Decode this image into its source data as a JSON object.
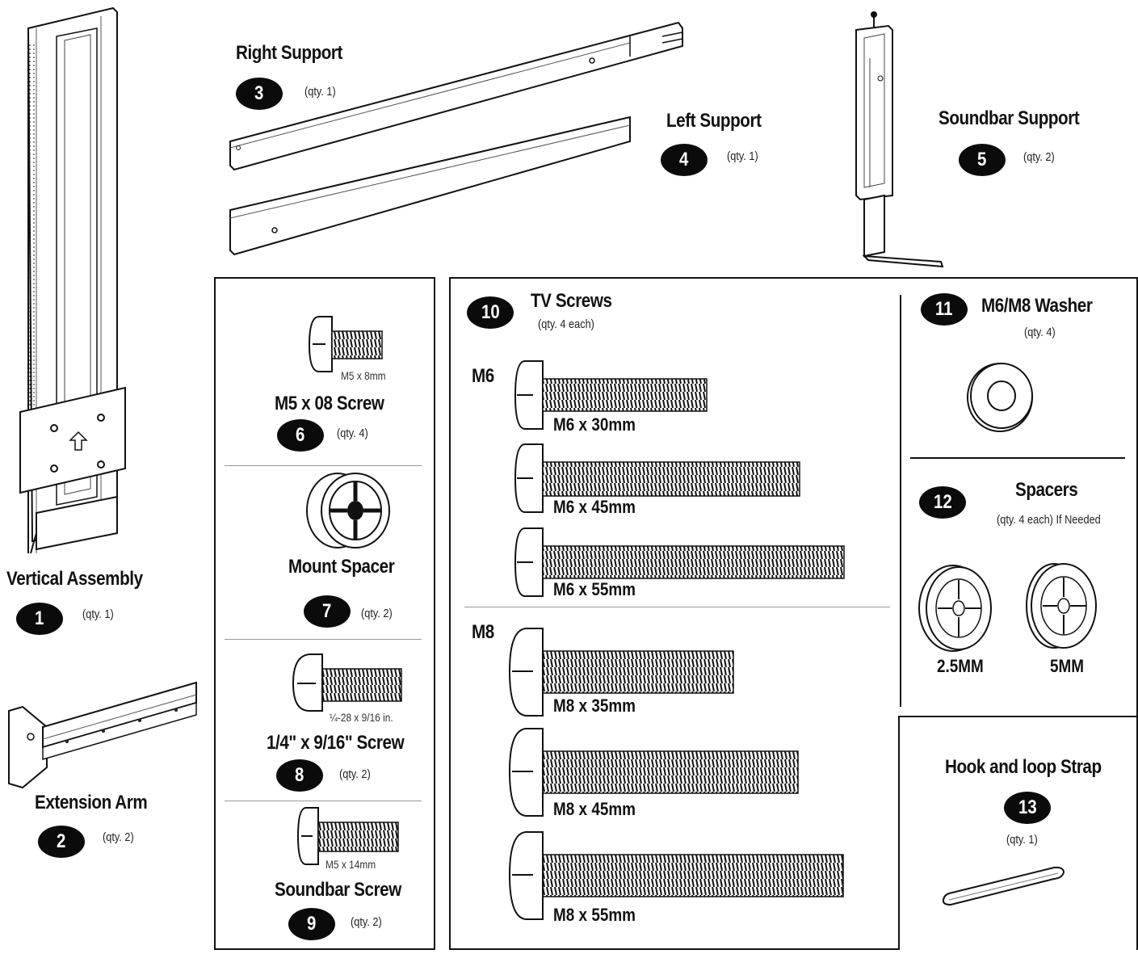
{
  "parts": [
    {
      "num": "1",
      "name": "Vertical Assembly",
      "qty": "(qty. 1)"
    },
    {
      "num": "2",
      "name": "Extension Arm",
      "qty": "(qty. 2)"
    },
    {
      "num": "3",
      "name": "Right Support",
      "qty": "(qty. 1)"
    },
    {
      "num": "4",
      "name": "Left Support",
      "qty": "(qty. 1)"
    },
    {
      "num": "5",
      "name": "Soundbar Support",
      "qty": "(qty. 2)"
    },
    {
      "num": "6",
      "name": "M5 x 08 Screw",
      "qty": "(qty. 4)",
      "size_label": "M5 x 8mm"
    },
    {
      "num": "7",
      "name": "Mount Spacer",
      "qty": "(qty. 2)"
    },
    {
      "num": "8",
      "name": "1/4\" x 9/16\" Screw",
      "qty": "(qty. 2)",
      "size_label": "¼-28 x 9/16 in."
    },
    {
      "num": "9",
      "name": "Soundbar Screw",
      "qty": "(qty. 2)",
      "size_label": "M5 x 14mm"
    },
    {
      "num": "10",
      "name": "TV Screws",
      "qty": "(qty. 4 each)"
    },
    {
      "num": "11",
      "name": "M6/M8 Washer",
      "qty": "(qty. 4)"
    },
    {
      "num": "12",
      "name": "Spacers",
      "qty": "(qty. 4 each) If Needed"
    },
    {
      "num": "13",
      "name": "Hook and loop Strap",
      "qty": "(qty. 1)"
    }
  ],
  "tv_screws": {
    "m6_label": "M6",
    "m8_label": "M8",
    "m6": [
      "M6 x 30mm",
      "M6 x 45mm",
      "M6 x 55mm"
    ],
    "m8": [
      "M8 x 35mm",
      "M8 x 45mm",
      "M8 x 55mm"
    ]
  },
  "spacers": {
    "small": "2.5MM",
    "large": "5MM"
  }
}
